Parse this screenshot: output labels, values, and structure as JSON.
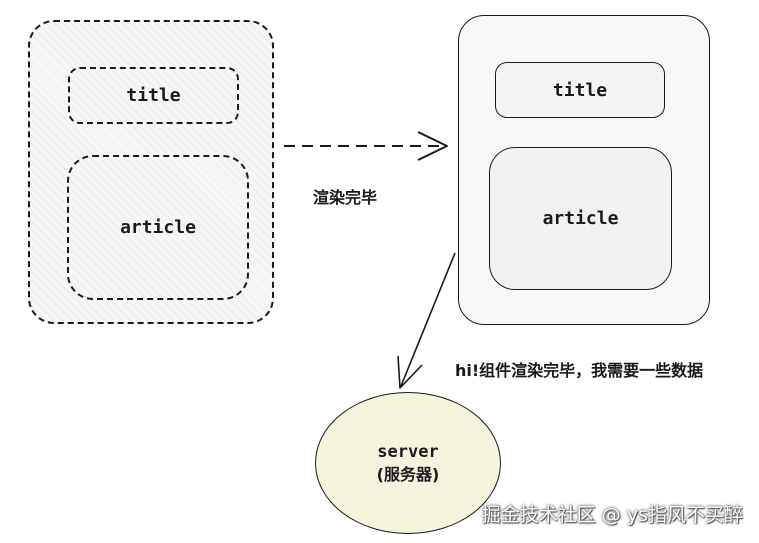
{
  "left_page": {
    "title_label": "title",
    "article_label": "article"
  },
  "right_page": {
    "title_label": "title",
    "article_label": "article"
  },
  "render_done_label": "渲染完毕",
  "request_label": "hi!组件渲染完毕，我需要一些数据",
  "server": {
    "name": "server",
    "subtitle": "(服务器)"
  },
  "watermark": "掘金技术社区 @ ys指风不买醉",
  "colors": {
    "stroke": "#1a1a1a",
    "box_fill": "#f6f6f6",
    "server_fill": "#f6f4dc"
  }
}
